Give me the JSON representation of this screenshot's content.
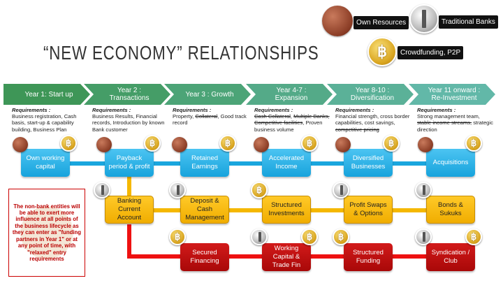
{
  "title": "“NEW ECONOMY” RELATIONSHIPS",
  "legend": [
    {
      "icon": "copper-coin-icon",
      "label": "Own Resources"
    },
    {
      "icon": "bank-safe-icon",
      "label": "Traditional Banks"
    },
    {
      "icon": "bitcoin-icon",
      "label": "Crowdfunding, P2P"
    }
  ],
  "stages": [
    {
      "label": "Year 1: Start up",
      "req_title": "Requirements :",
      "req": [
        {
          "t": "Business registration, Cash basis, start-up & capability building, Business Plan"
        }
      ]
    },
    {
      "label": "Year 2 : Transactions",
      "req_title": "Requirements :",
      "req": [
        {
          "t": "Business Results, Financial records, Introduction by known Bank customer"
        }
      ]
    },
    {
      "label": "Year 3 : Growth",
      "req_title": "Requirements :",
      "req": [
        {
          "t": "Property, "
        },
        {
          "t": "Collateral",
          "s": true
        },
        {
          "t": ", Good track record"
        }
      ]
    },
    {
      "label": "Year 4-7 : Expansion",
      "req_title": "Requirements :",
      "req": [
        {
          "t": "Cash Collateral",
          "s": true
        },
        {
          "t": ", "
        },
        {
          "t": "Multiple Banks, Competitive facilities",
          "s": true
        },
        {
          "t": ", Proven business volume"
        }
      ]
    },
    {
      "label": "Year 8-10 : Diversification",
      "req_title": "Requirements :",
      "req": [
        {
          "t": "Financial strength, cross border capabilities, cost savings, "
        },
        {
          "t": "competitive pricing",
          "s": true
        }
      ]
    },
    {
      "label": "Year 11 onward : Re-Investment",
      "req_title": "Requirements :",
      "req": [
        {
          "t": "Strong management team, "
        },
        {
          "t": "stable income streams,",
          "s": true
        },
        {
          "t": " strategic direction"
        }
      ]
    }
  ],
  "own_row": [
    "Own working capital",
    "Payback period & profit",
    "Retained Earnings",
    "Accelerated Income",
    "Diversified Businesses",
    "Acquisitions"
  ],
  "bank_row": [
    "Banking Current Account",
    "Deposit & Cash Management",
    "Structured Investments",
    "Profit Swaps & Options",
    "Bonds & Sukuks"
  ],
  "finance_row": [
    "Secured Financing",
    "Working Capital & Trade Fin",
    "Structured Funding",
    "Syndication / Club"
  ],
  "note": "The non-bank entities will be able to exert more influence at all points of the business lifecycle as they can enter as \"funding partners in Year 1\" or at any point of time, with \"relaxed\" entry requirements",
  "colors": {
    "blue": "#1aa6de",
    "yellow": "#f5b800",
    "red": "#c00f0f",
    "chevron_start": "#3e9657",
    "chevron_end": "#62b8a8"
  }
}
